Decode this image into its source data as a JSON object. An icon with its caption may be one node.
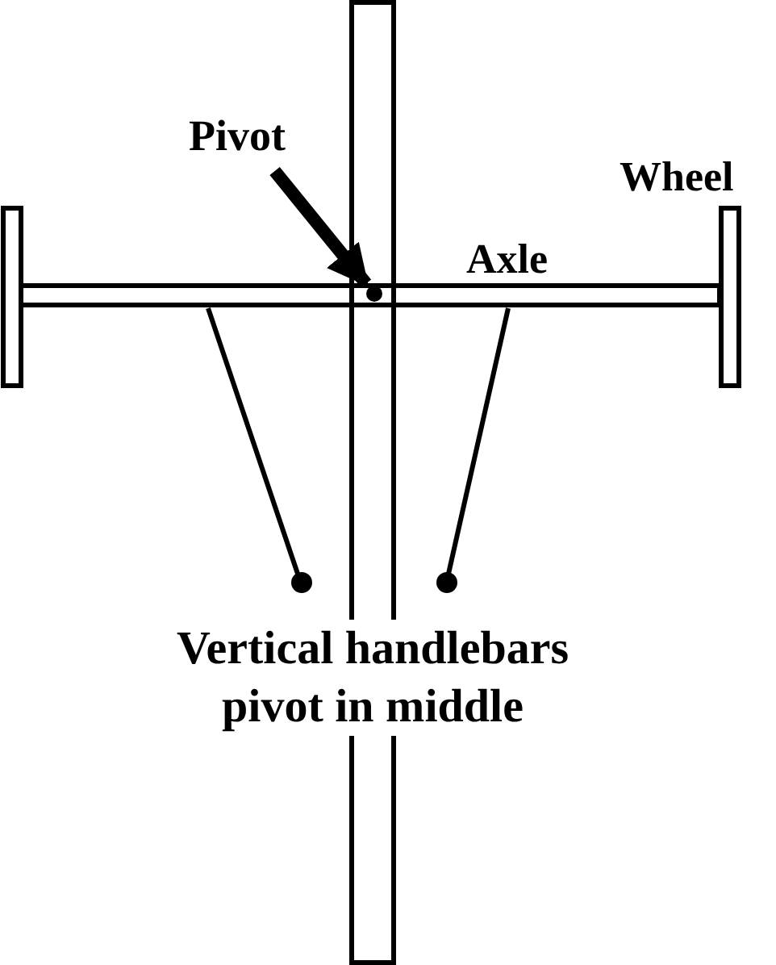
{
  "diagram": {
    "nodes": [
      {
        "text": [
          "Pivot"
        ]
      },
      {
        "text": [],
        "shape": "circle"
      }
    ],
    "edges": [
      {
        "from": 0,
        "to": 1,
        "arrow": "to"
      }
    ],
    "labels": [
      "Wheel",
      "Axle",
      "Vertical handlebars pivot in middle"
    ]
  }
}
